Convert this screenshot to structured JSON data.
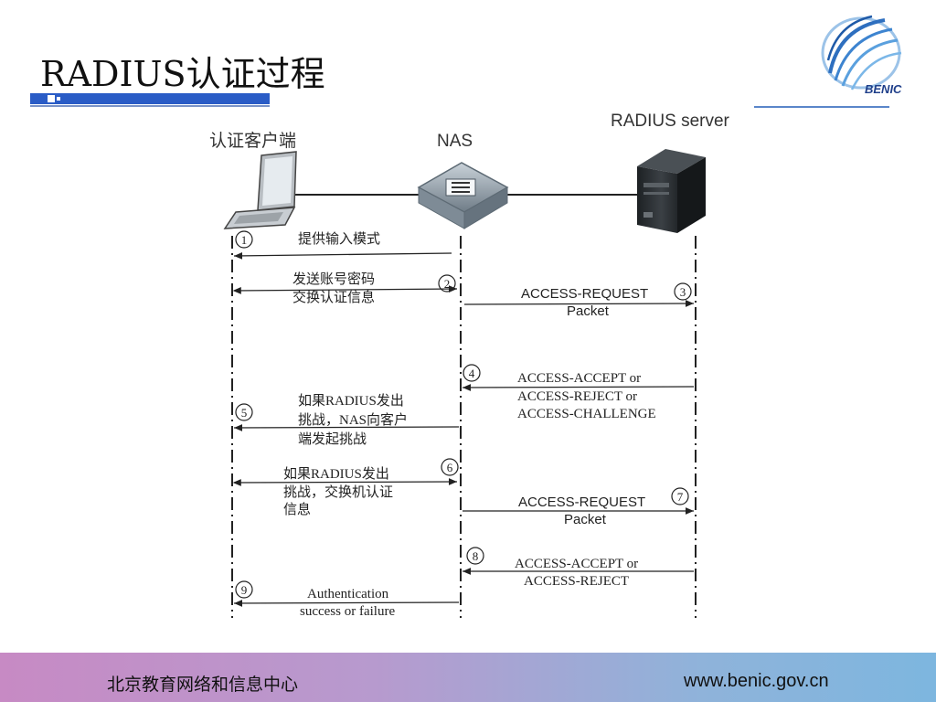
{
  "slide": {
    "title": "RADIUS认证过程",
    "logo_text": "BENIC"
  },
  "diagram": {
    "entities": {
      "client": "认证客户端",
      "nas": "NAS",
      "server": "RADIUS server"
    },
    "steps": [
      {
        "num": "1",
        "lines": [
          "提供输入模式"
        ]
      },
      {
        "num": "2",
        "lines": [
          "发送账号密码",
          "交换认证信息"
        ]
      },
      {
        "num": "3",
        "lines": [
          "ACCESS-REQUEST",
          "Packet"
        ]
      },
      {
        "num": "4",
        "lines": [
          "ACCESS-ACCEPT or",
          "ACCESS-REJECT or",
          "ACCESS-CHALLENGE"
        ]
      },
      {
        "num": "5",
        "lines": [
          "如果RADIUS发出",
          "挑战，NAS向客户",
          "端发起挑战"
        ]
      },
      {
        "num": "6",
        "lines": [
          "如果RADIUS发出",
          "挑战，交换机认证",
          "信息"
        ]
      },
      {
        "num": "7",
        "lines": [
          "ACCESS-REQUEST",
          "Packet"
        ]
      },
      {
        "num": "8",
        "lines": [
          "ACCESS-ACCEPT or",
          "ACCESS-REJECT"
        ]
      },
      {
        "num": "9",
        "lines": [
          "Authentication",
          "success or failure"
        ]
      }
    ]
  },
  "footer": {
    "org": "北京教育网络和信息中心",
    "url": "www.benic.gov.cn"
  },
  "colors": {
    "title_bar": "#2a5cc6",
    "footer_start": "#c78ac4",
    "footer_end": "#7db6df",
    "server_body": "#2b2f33",
    "nas_body": "#8a97a2"
  }
}
